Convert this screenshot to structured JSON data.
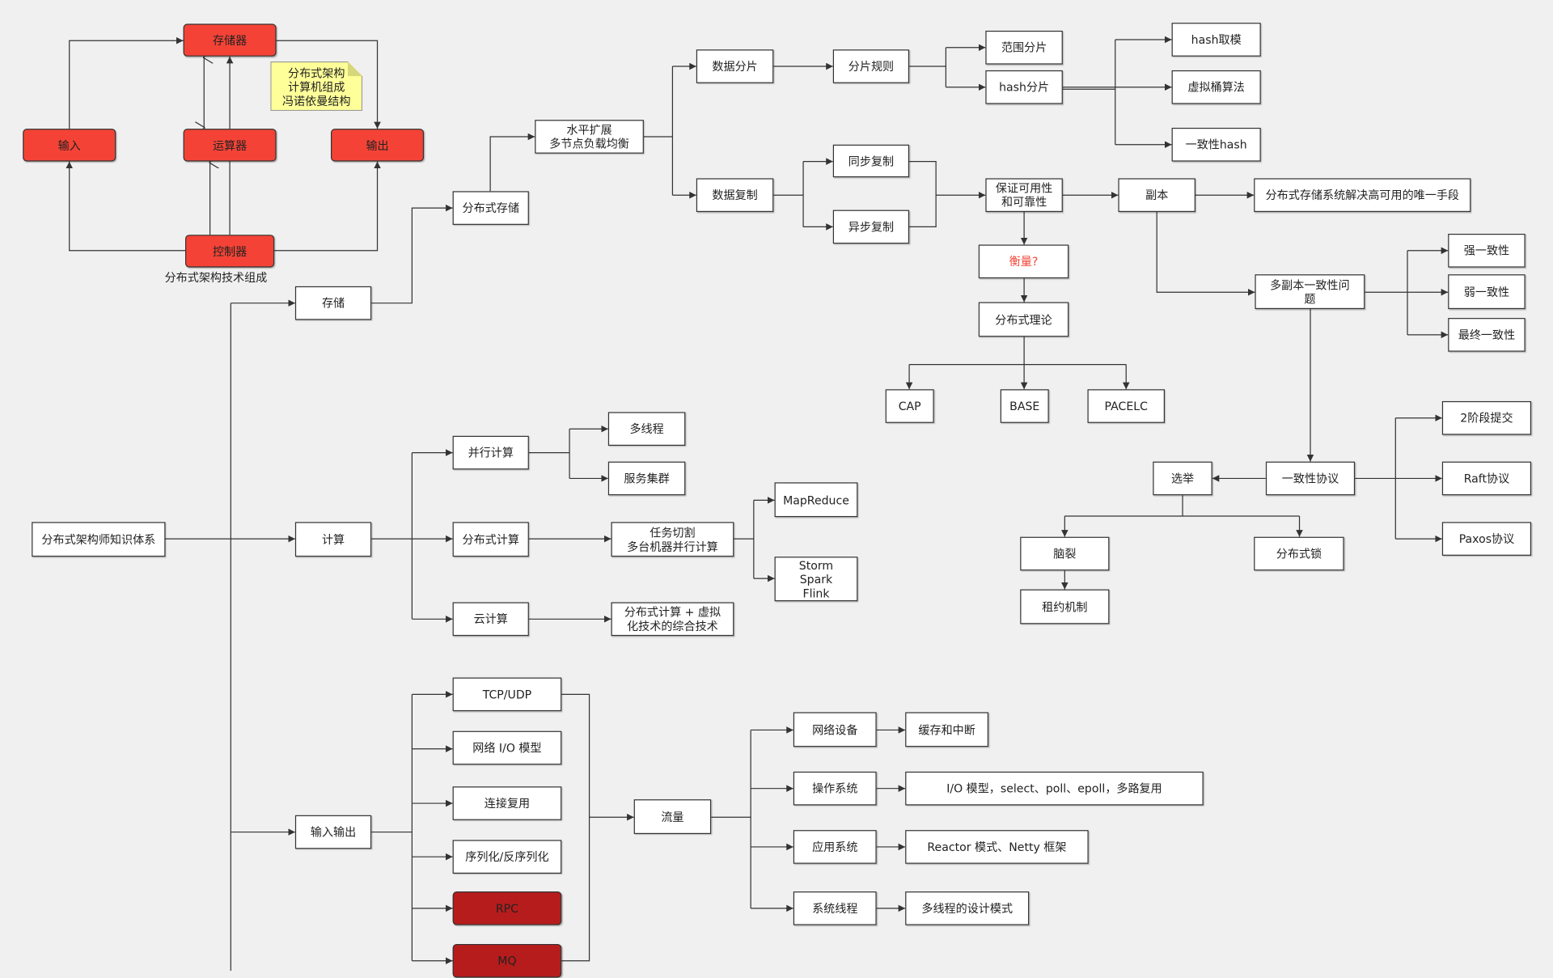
{
  "note": "分布式架构\n计算机组成\n冯诺依曼结构",
  "caption": "分布式架构技术组成",
  "nodes": {
    "storage_unit": "存储器",
    "input_unit": "输入",
    "alu": "运算器",
    "output_unit": "输出",
    "controller": "控制器",
    "root": "分布式架构师知识体系",
    "storage": "存储",
    "dist_storage": "分布式存储",
    "horizontal": "水平扩展\n多节点负载均衡",
    "sharding": "数据分片",
    "shard_rule": "分片规则",
    "range_shard": "范围分片",
    "hash_shard": "hash分片",
    "hash_mod": "hash取模",
    "virtual_bucket": "虚拟桶算法",
    "consistent_hash": "一致性hash",
    "replication": "数据复制",
    "sync_rep": "同步复制",
    "async_rep": "异步复制",
    "availability": "保证可用性\n和可靠性",
    "replica": "副本",
    "replica_desc": "分布式存储系统解决高可用的唯一手段",
    "measure": "衡量?",
    "dist_theory": "分布式理论",
    "cap": "CAP",
    "base": "BASE",
    "pacelc": "PACELC",
    "multi_replica": "多副本一致性问\n题",
    "strong": "强一致性",
    "weak": "弱一致性",
    "eventual": "最终一致性",
    "protocol": "一致性协议",
    "election": "选举",
    "two_pc": "2阶段提交",
    "raft": "Raft协议",
    "paxos": "Paxos协议",
    "split_brain": "脑裂",
    "lease": "租约机制",
    "dist_lock": "分布式锁",
    "compute": "计算",
    "parallel": "并行计算",
    "multithread": "多线程",
    "cluster": "服务集群",
    "dist_compute": "分布式计算",
    "task_split": "任务切割\n多台机器并行计算",
    "mapreduce": "MapReduce",
    "stream": "Storm\nSpark\nFlink",
    "cloud": "云计算",
    "cloud_desc": "分布式计算 + 虚拟\n化技术的综合技术",
    "io": "输入输出",
    "tcp": "TCP/UDP",
    "netio": "网络 I/O 模型",
    "conn_reuse": "连接复用",
    "serialize": "序列化/反序列化",
    "rpc": "RPC",
    "mq": "MQ",
    "traffic": "流量",
    "net_device": "网络设备",
    "cache_irq": "缓存和中断",
    "os": "操作系统",
    "os_desc": "I/O 模型，select、poll、epoll，多路复用",
    "app_sys": "应用系统",
    "app_desc": "Reactor 模式、Netty 框架",
    "sys_thread": "系统线程",
    "thread_desc": "多线程的设计模式"
  },
  "colors": {
    "red": "#f44336",
    "dark_red": "#b71c1c",
    "note": "#ffff99",
    "background": "#f0f0f0",
    "alert_text": "#f44336"
  }
}
